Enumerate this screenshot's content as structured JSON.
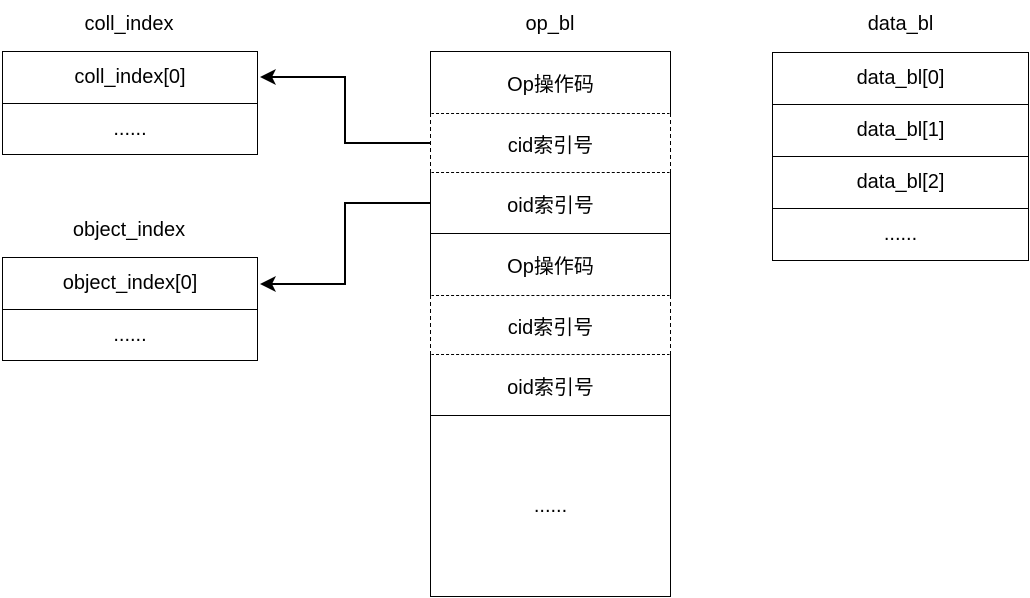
{
  "coll_index": {
    "title": "coll_index",
    "rows": [
      "coll_index[0]",
      "......"
    ]
  },
  "object_index": {
    "title": "object_index",
    "rows": [
      "object_index[0]",
      "......"
    ]
  },
  "op_bl": {
    "title": "op_bl",
    "rows": [
      "Op操作码",
      "cid索引号",
      "oid索引号",
      "Op操作码",
      "cid索引号",
      "oid索引号",
      "......"
    ]
  },
  "data_bl": {
    "title": "data_bl",
    "rows": [
      "data_bl[0]",
      "data_bl[1]",
      "data_bl[2]",
      "......"
    ]
  }
}
